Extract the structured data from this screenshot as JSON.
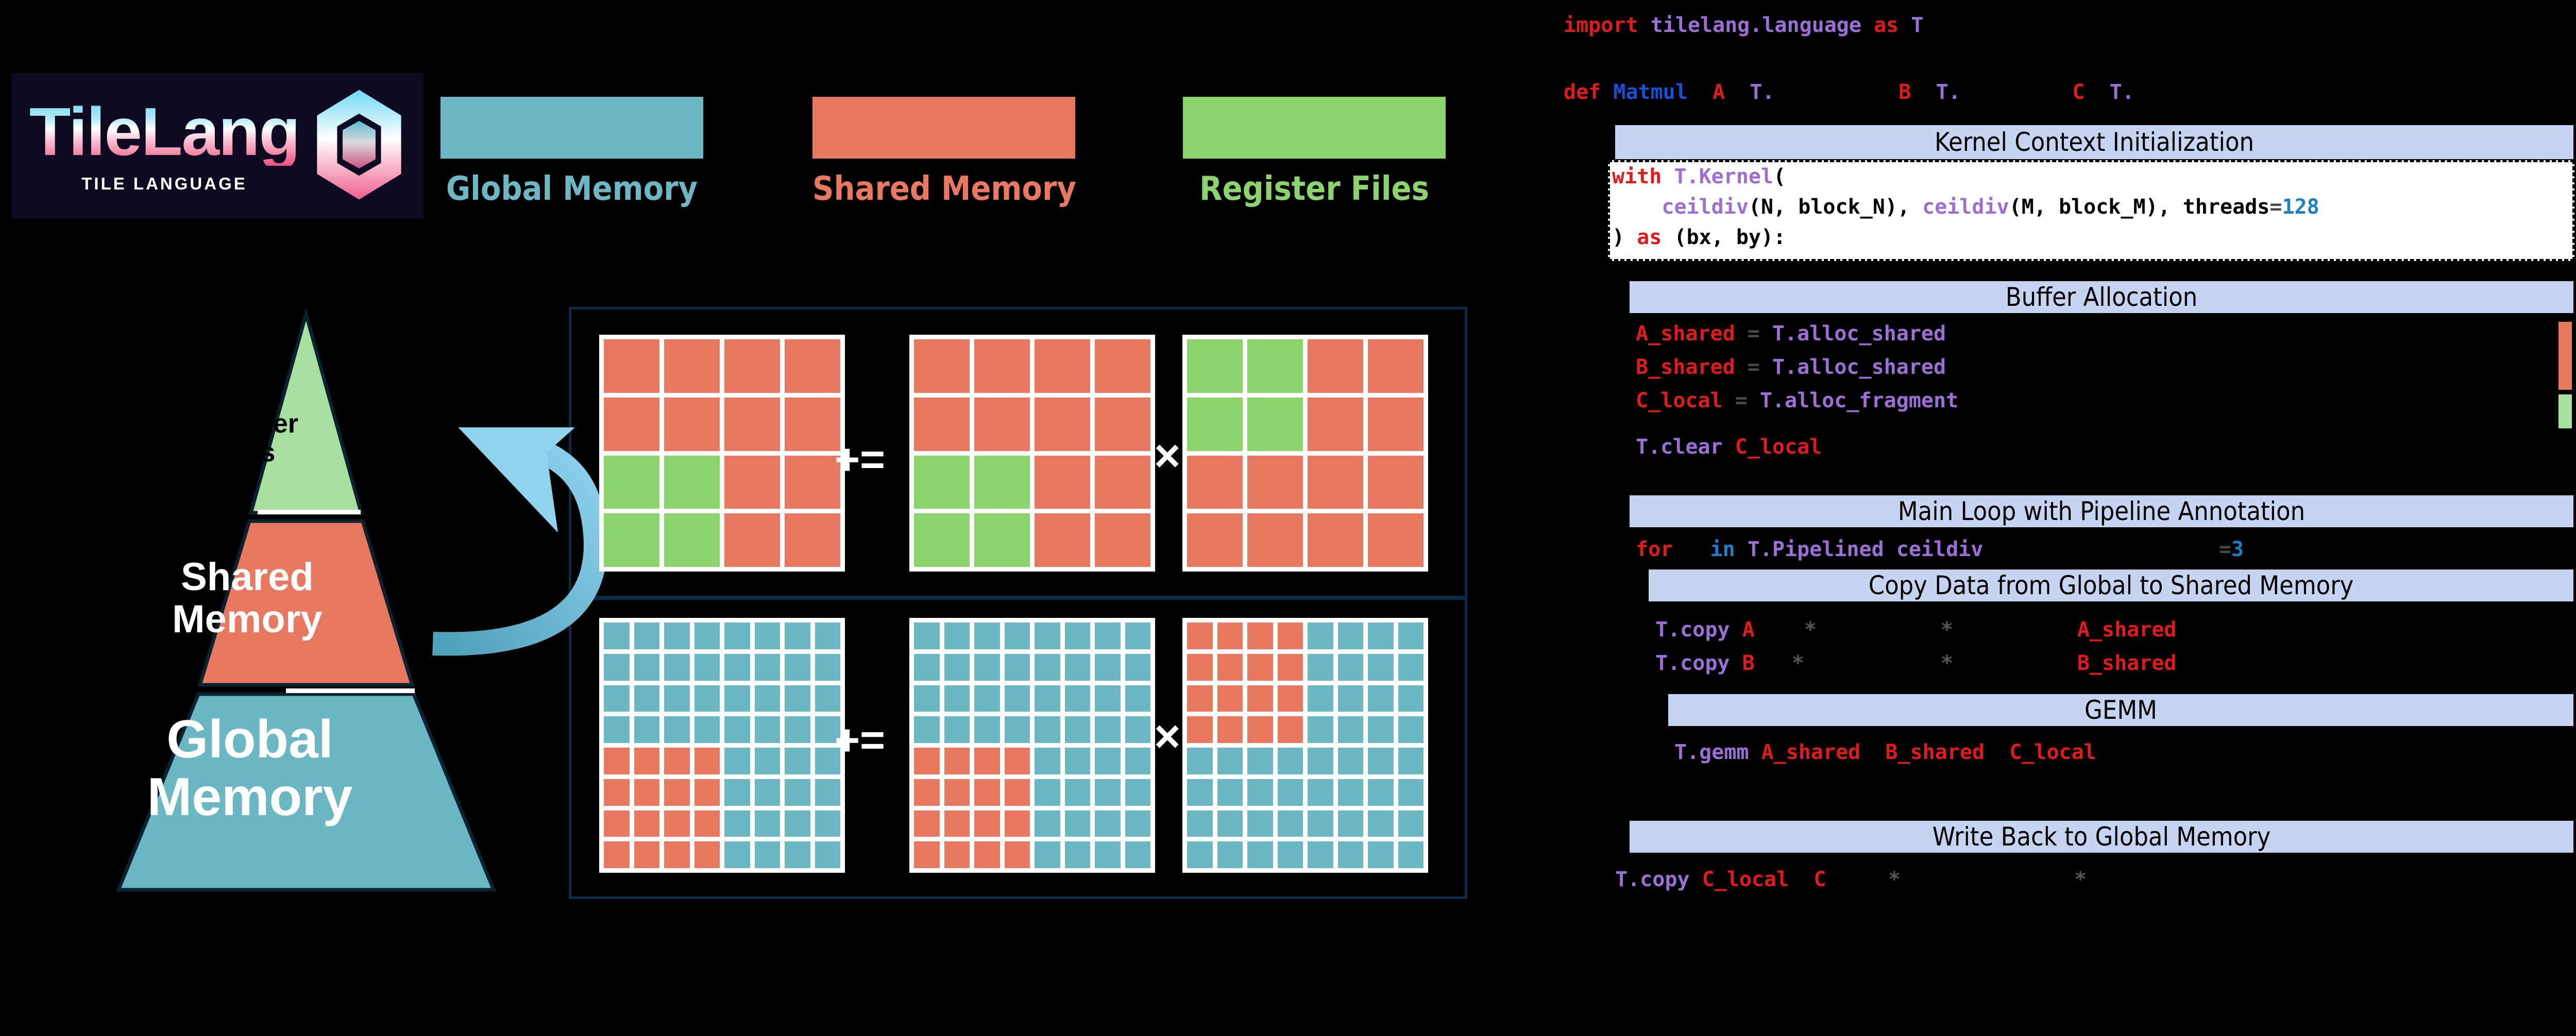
{
  "logo": {
    "word": "TileLang",
    "subtitle": "TILE LANGUAGE",
    "cube_icon": "tilelang-cube-icon"
  },
  "legend": {
    "items": [
      {
        "label": "Global Memory",
        "color": "#6BB8C4"
      },
      {
        "label": "Shared Memory",
        "color": "#E8785F"
      },
      {
        "label": "Register Files",
        "color": "#8BD46B"
      }
    ]
  },
  "colors": {
    "global": "#6BB8C4",
    "shared": "#E8785F",
    "register": "#8BD46B",
    "panel_border": "#0b2c44",
    "header_bar": "#c5d4f0",
    "arrow": "#79c8e8",
    "logo_bg": "#0d0a22"
  },
  "pyramid": {
    "levels": [
      {
        "name": "register-files",
        "label": "Register\nFiles",
        "color": "#a8e0a0",
        "text_color": "#000000"
      },
      {
        "name": "shared-memory",
        "label": "Shared\nMemory",
        "color": "#E8785F",
        "text_color": "#ffffff"
      },
      {
        "name": "global-memory",
        "label": "Global\nMemory",
        "color": "#6BB8C4",
        "text_color": "#ffffff"
      }
    ]
  },
  "diagram": {
    "arrow_name": "shared-to-register-arrow",
    "top_panel": {
      "name": "register-level-tiling",
      "operators": [
        "+=",
        "×"
      ],
      "grids": [
        {
          "name": "grid-c-register",
          "rows": 4,
          "cols": 4,
          "highlight_color": "#8BD46B",
          "base_color": "#E8785F",
          "highlight_cells": [
            [
              2,
              0
            ],
            [
              2,
              1
            ],
            [
              3,
              0
            ],
            [
              3,
              1
            ]
          ]
        },
        {
          "name": "grid-a-register",
          "rows": 4,
          "cols": 4,
          "highlight_color": "#8BD46B",
          "base_color": "#E8785F",
          "highlight_cells": [
            [
              2,
              0
            ],
            [
              2,
              1
            ],
            [
              3,
              0
            ],
            [
              3,
              1
            ]
          ]
        },
        {
          "name": "grid-b-register",
          "rows": 4,
          "cols": 4,
          "highlight_color": "#8BD46B",
          "base_color": "#E8785F",
          "highlight_cells": [
            [
              0,
              0
            ],
            [
              0,
              1
            ],
            [
              1,
              0
            ],
            [
              1,
              1
            ]
          ]
        }
      ]
    },
    "bottom_panel": {
      "name": "shared-level-tiling",
      "operators": [
        "+=",
        "×"
      ],
      "grids": [
        {
          "name": "grid-c-shared",
          "rows": 8,
          "cols": 8,
          "highlight_color": "#E8785F",
          "base_color": "#6BB8C4",
          "highlight_rows": [
            4,
            5,
            6,
            7
          ],
          "highlight_cols": [
            0,
            1,
            2,
            3
          ]
        },
        {
          "name": "grid-a-shared",
          "rows": 8,
          "cols": 8,
          "highlight_color": "#E8785F",
          "base_color": "#6BB8C4",
          "highlight_rows": [
            4,
            5,
            6,
            7
          ],
          "highlight_cols": [
            0,
            1,
            2,
            3
          ]
        },
        {
          "name": "grid-b-shared",
          "rows": 8,
          "cols": 8,
          "highlight_color": "#E8785F",
          "base_color": "#6BB8C4",
          "highlight_rows": [
            0,
            1,
            2,
            3
          ],
          "highlight_cols": [
            0,
            1,
            2,
            3
          ]
        }
      ]
    }
  },
  "code": {
    "import_line": [
      {
        "t": "import ",
        "c": "kw"
      },
      {
        "t": "tilelang.language ",
        "c": "fn"
      },
      {
        "t": "as ",
        "c": "kw"
      },
      {
        "t": "T",
        "c": "fn"
      }
    ],
    "def_line": [
      {
        "t": "def ",
        "c": "kw"
      },
      {
        "t": "Matmul",
        "c": "fname"
      },
      {
        "t": "  A  ",
        "c": "var"
      },
      {
        "t": "T.",
        "c": "fn"
      },
      {
        "t": "          B  ",
        "c": "var"
      },
      {
        "t": "T.",
        "c": "fn"
      },
      {
        "t": "         C  ",
        "c": "var"
      },
      {
        "t": "T.",
        "c": "fn"
      }
    ],
    "sections": [
      {
        "name": "kernel-context-initialization",
        "header": "Kernel Context Initialization",
        "lines": [
          [
            {
              "t": "with ",
              "c": "kw"
            },
            {
              "t": "T.Kernel",
              "c": "fn"
            },
            {
              "t": "(",
              "c": "plain"
            }
          ],
          [
            {
              "t": "    ",
              "c": "plain"
            },
            {
              "t": "ceildiv",
              "c": "fn"
            },
            {
              "t": "(N, block_N), ",
              "c": "plain"
            },
            {
              "t": "ceildiv",
              "c": "fn"
            },
            {
              "t": "(M, block_M), threads",
              "c": "plain"
            },
            {
              "t": "=",
              "c": "op2"
            },
            {
              "t": "128",
              "c": "num"
            }
          ],
          [
            {
              "t": ") ",
              "c": "plain"
            },
            {
              "t": "as ",
              "c": "kw"
            },
            {
              "t": "(bx, by):",
              "c": "plain"
            }
          ]
        ]
      },
      {
        "name": "buffer-allocation",
        "header": "Buffer Allocation",
        "lines": [
          [
            {
              "t": "A_shared ",
              "c": "var"
            },
            {
              "t": "= ",
              "c": "op2"
            },
            {
              "t": "T.alloc_shared",
              "c": "fn"
            }
          ],
          [
            {
              "t": "B_shared ",
              "c": "var"
            },
            {
              "t": "= ",
              "c": "op2"
            },
            {
              "t": "T.alloc_shared",
              "c": "fn"
            }
          ],
          [
            {
              "t": "C_local ",
              "c": "var"
            },
            {
              "t": "= ",
              "c": "op2"
            },
            {
              "t": "T.alloc_fragment",
              "c": "fn"
            }
          ],
          [
            {
              "t": "T.clear ",
              "c": "fn"
            },
            {
              "t": "C_local",
              "c": "var"
            }
          ]
        ],
        "side_swatches": [
          "#E8785F",
          "#8BD46B"
        ]
      },
      {
        "name": "main-loop-with-pipeline-annotation",
        "header": "Main Loop with Pipeline Annotation",
        "lines": [
          [
            {
              "t": "for ",
              "c": "kw"
            },
            {
              "t": "  in ",
              "c": "inkw"
            },
            {
              "t": "T.Pipelined ceildiv",
              "c": "fn"
            },
            {
              "t": "                   ",
              "c": "plain"
            },
            {
              "t": "=",
              "c": "op2"
            },
            {
              "t": "3",
              "c": "num"
            }
          ]
        ]
      },
      {
        "name": "copy-data-from-global-to-shared-memory",
        "header": "Copy Data from Global to Shared Memory",
        "lines": [
          [
            {
              "t": "T.copy ",
              "c": "fn"
            },
            {
              "t": "A",
              "c": "var"
            },
            {
              "t": "    ",
              "c": "plain"
            },
            {
              "t": "*",
              "c": "star"
            },
            {
              "t": "          ",
              "c": "plain"
            },
            {
              "t": "*",
              "c": "star"
            },
            {
              "t": "          ",
              "c": "plain"
            },
            {
              "t": "A_shared",
              "c": "var"
            }
          ],
          [
            {
              "t": "T.copy ",
              "c": "fn"
            },
            {
              "t": "B",
              "c": "var"
            },
            {
              "t": "   ",
              "c": "plain"
            },
            {
              "t": "*",
              "c": "star"
            },
            {
              "t": "           ",
              "c": "plain"
            },
            {
              "t": "*",
              "c": "star"
            },
            {
              "t": "          ",
              "c": "plain"
            },
            {
              "t": "B_shared",
              "c": "var"
            }
          ]
        ]
      },
      {
        "name": "gemm",
        "header": "GEMM",
        "lines": [
          [
            {
              "t": "T.gemm ",
              "c": "fn"
            },
            {
              "t": "A_shared  B_shared  C_local",
              "c": "var"
            }
          ]
        ]
      },
      {
        "name": "write-back-to-global-memory",
        "header": "Write Back to Global Memory",
        "lines": [
          [
            {
              "t": "T.copy ",
              "c": "fn"
            },
            {
              "t": "C_local  C",
              "c": "var"
            },
            {
              "t": "     ",
              "c": "plain"
            },
            {
              "t": "*",
              "c": "star"
            },
            {
              "t": "              ",
              "c": "plain"
            },
            {
              "t": "*",
              "c": "star"
            }
          ]
        ]
      }
    ]
  }
}
